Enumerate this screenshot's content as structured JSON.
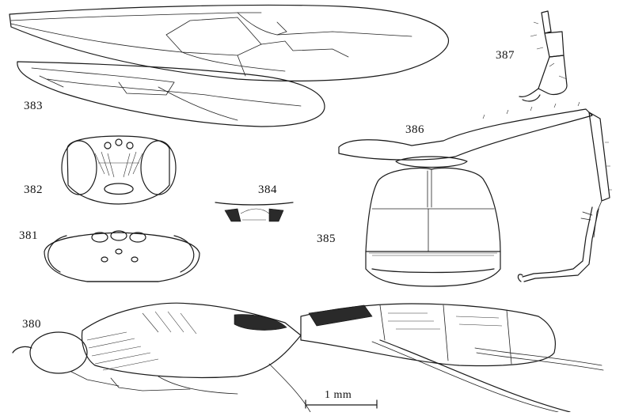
{
  "figures": [
    {
      "id": "fig-380",
      "label": "380"
    },
    {
      "id": "fig-381",
      "label": "381"
    },
    {
      "id": "fig-382",
      "label": "382"
    },
    {
      "id": "fig-383",
      "label": "383"
    },
    {
      "id": "fig-384",
      "label": "384"
    },
    {
      "id": "fig-385",
      "label": "385"
    },
    {
      "id": "fig-386",
      "label": "386"
    },
    {
      "id": "fig-387",
      "label": "387"
    }
  ],
  "scale_bar": {
    "label": "1 mm"
  }
}
